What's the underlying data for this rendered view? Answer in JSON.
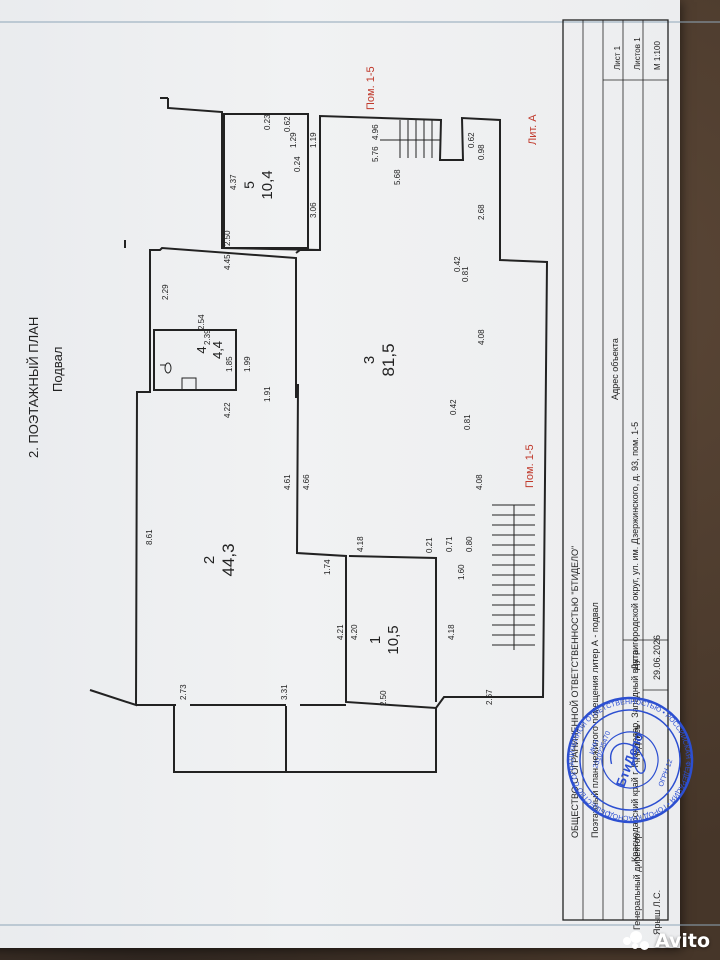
{
  "plan": {
    "title": "2. ПОЭТАЖНЫЙ ПЛАН",
    "subtitle": "Подвал",
    "lit_label": "Лит. А",
    "pom_top": "Пом. 1-5",
    "pom_mid": "Пом. 1-5",
    "rooms": [
      {
        "number": "1",
        "area": "10,5"
      },
      {
        "number": "2",
        "area": "44,3"
      },
      {
        "number": "3",
        "area": "81,5"
      },
      {
        "number": "4",
        "area": "4,4"
      },
      {
        "number": "5",
        "area": "10,4"
      }
    ],
    "dimensions": {
      "d_8_61": "8.61",
      "d_4_22": "4.22",
      "d_1_91": "1.91",
      "d_4_61": "4.61",
      "d_4_66": "4.66",
      "d_4_18a": "4.18",
      "d_1_74": "1.74",
      "d_0_21": "0.21",
      "d_0_71": "0.71",
      "d_0_80": "0.80",
      "d_1_60": "1.60",
      "d_4_21": "4.21",
      "d_4_20": "4.20",
      "d_4_18b": "4.18",
      "d_2_73": "2.73",
      "d_3_31": "3.31",
      "d_2_50b": "2.50",
      "d_2_67": "2.67",
      "d_2_54": "2.54",
      "d_2_39": "2.39",
      "d_1_85": "1.85",
      "d_1_99": "1.99",
      "d_2_29": "2.29",
      "d_4_45": "4.45",
      "d_4_37": "4.37",
      "d_2_50a": "2.50",
      "d_3_06": "3.06",
      "d_0_24": "0.24",
      "d_1_29": "1.29",
      "d_1_19": "1.19",
      "d_0_23": "0.23",
      "d_0_62a": "0.62",
      "d_4_96": "4.96",
      "d_5_76": "5.76",
      "d_0_62b": "0.62",
      "d_0_98": "0.98",
      "d_5_68": "5.68",
      "d_2_68": "2.68",
      "d_0_42a": "0.42",
      "d_0_81a": "0.81",
      "d_4_08a": "4.08",
      "d_0_42b": "0.42",
      "d_0_81b": "0.81",
      "d_4_08b": "4.08"
    }
  },
  "stamp_block": {
    "org": "ОБЩЕСТВО С ОГРАНИЧЕННОЙ ОТВЕТСТВЕННОСТЬЮ \"БТИДЕЛО\"",
    "plan_desc": "Поэтажный план нежилого помещения литер  А  -   подвал",
    "address_label": "Адрес объекта",
    "address": "Краснодарский край г. Краснодар, Западный внутригородской округ, ул. им. Дзержинского, д. 93, пом. 1-5",
    "date_label": "Дата",
    "date": "29.06.2026",
    "podpis": "Подпись",
    "sheet": "Лист 1",
    "sheets": "Листов 1",
    "scale": "М 1:100",
    "director": "Генеральный директор",
    "name": "Ярыш Л.С.",
    "seal": {
      "name": "БтиДело",
      "inn": "ИНН",
      "inn_num": "2310225470",
      "ogrn": "ОГРН 12",
      "ring": "ОБЩЕСТВО С ОГРАНИЧЕННОЙ ОТВЕТСТВЕННОСТЬЮ • РОССИЙСКАЯ ФЕДЕРАЦИЯ • ГОРОД КРАСНОДАР •"
    }
  },
  "watermark": "Avito",
  "colors": {
    "ink": "#222222",
    "red": "#c0392b",
    "seal_blue": "#2c4fd1",
    "paper": "#eef0f2"
  }
}
